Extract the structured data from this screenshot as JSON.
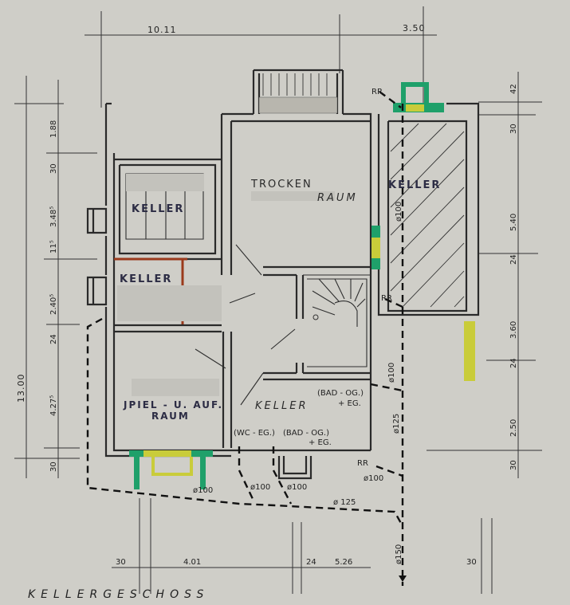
{
  "drawing": {
    "title": "KELLERGESCHOSS",
    "colors": {
      "paper": "#cfcec8",
      "line": "#2a2a2a",
      "green_marking": "#1fa06a",
      "yellow_marking": "#c9cc3a",
      "red_marking": "#9b3a1c"
    }
  },
  "rooms": [
    {
      "id": "keller-top-left",
      "label": "KELLER"
    },
    {
      "id": "keller-mid-left",
      "label": "KELLER"
    },
    {
      "id": "trockenraum",
      "label_line1": "TROCKEN",
      "label_line2": "RAUM"
    },
    {
      "id": "keller-right",
      "label": "KELLER"
    },
    {
      "id": "spielraum",
      "label_line1": "JPIEL - U. AUF.",
      "label_line2": "RAUM"
    },
    {
      "id": "keller-center",
      "label": "KELLER"
    }
  ],
  "dimensions": {
    "top": [
      "10.11",
      "3.50"
    ],
    "left_total": "13.00",
    "left": [
      "1.88",
      "30",
      "3.48⁵",
      "11⁵",
      "2.40⁵",
      "24",
      "4.27⁵",
      "30"
    ],
    "right": [
      "42",
      "30",
      "5.40",
      "24",
      "3.60",
      "24",
      "2.50",
      "30"
    ],
    "bottom": [
      "30",
      "4.01",
      "24",
      "5.26",
      "30"
    ]
  },
  "pipes": {
    "rr_labels": [
      "RR",
      "RR",
      "RR"
    ],
    "diameters": {
      "d100_right_keller": "ø100",
      "d100_center_right": "ø100",
      "d125_right": "ø125",
      "d100_rr_bottom": "ø100",
      "d100_spiel": "ø100",
      "d100_wc": "ø100",
      "d100_bad": "ø100",
      "d125_bottom": "ø 125",
      "d150_outlet": "ø150"
    },
    "annotations": {
      "bad_og_right_1": "(BAD - OG.)",
      "bad_og_right_2": "+ EG.",
      "wc_eg": "(WC - EG.)",
      "bad_og_bottom_1": "(BAD - OG.)",
      "bad_og_bottom_2": "+ EG."
    }
  }
}
